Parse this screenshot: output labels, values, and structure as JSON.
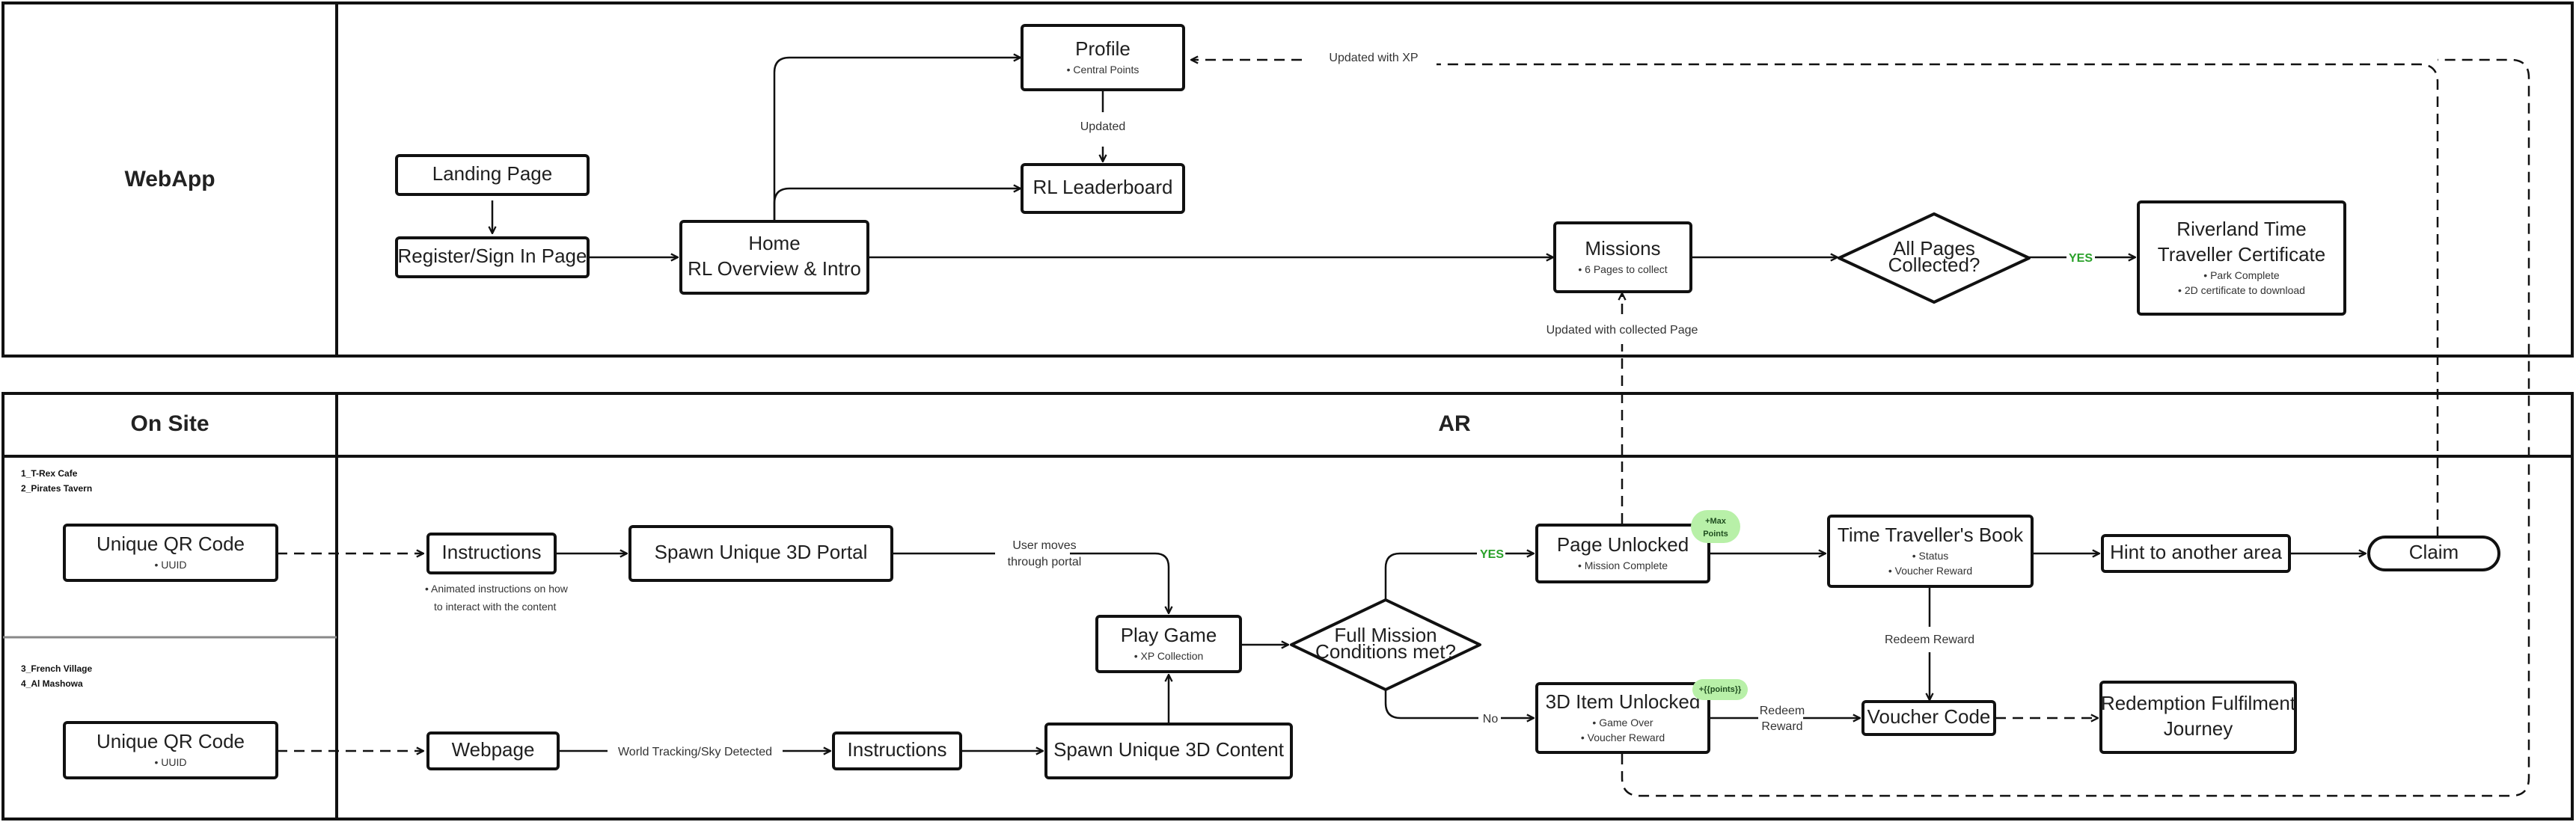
{
  "lanes": {
    "webapp": "WebApp",
    "onsite": "On Site",
    "ar": "AR"
  },
  "sites": {
    "group1": [
      "1_T-Rex Cafe",
      "2_Pirates Tavern"
    ],
    "group2": [
      "3_French Village",
      "4_Al Mashowa"
    ]
  },
  "nodes": {
    "landing": {
      "title": [
        "Landing Page"
      ],
      "bullets": []
    },
    "register": {
      "title": [
        "Register/Sign In Page"
      ],
      "bullets": []
    },
    "home": {
      "title": [
        "Home",
        "RL Overview & Intro"
      ],
      "bullets": []
    },
    "profile": {
      "title": [
        "Profile"
      ],
      "bullets": [
        "Central Points"
      ]
    },
    "leaderboard": {
      "title": [
        "RL Leaderboard"
      ],
      "bullets": []
    },
    "missions": {
      "title": [
        "Missions"
      ],
      "bullets": [
        "6 Pages to collect"
      ]
    },
    "pages_collected": {
      "title": [
        "All Pages",
        "Collected?"
      ],
      "bullets": []
    },
    "certificate": {
      "title": [
        "Riverland Time",
        "Traveller Certificate"
      ],
      "bullets": [
        "Park Complete",
        "2D certificate to download"
      ]
    },
    "qr1": {
      "title": [
        "Unique QR Code"
      ],
      "bullets": [
        "UUID"
      ]
    },
    "instructions1": {
      "title": [
        "Instructions"
      ],
      "bullets": []
    },
    "portal": {
      "title": [
        "Spawn Unique 3D Portal"
      ],
      "bullets": []
    },
    "play": {
      "title": [
        "Play Game"
      ],
      "bullets": [
        "XP Collection"
      ]
    },
    "conditions": {
      "title": [
        "Full Mission",
        "Conditions met?"
      ],
      "bullets": []
    },
    "page_unlocked": {
      "title": [
        "Page Unlocked"
      ],
      "bullets": [
        "Mission Complete"
      ]
    },
    "book": {
      "title": [
        "Time Traveller's Book"
      ],
      "bullets": [
        "Status",
        "Voucher Reward"
      ]
    },
    "hint": {
      "title": [
        "Hint to another area"
      ],
      "bullets": []
    },
    "claim": {
      "title": [
        "Claim"
      ],
      "bullets": []
    },
    "qr2": {
      "title": [
        "Unique QR Code"
      ],
      "bullets": [
        "UUID"
      ]
    },
    "webpage": {
      "title": [
        "Webpage"
      ],
      "bullets": []
    },
    "instructions2": {
      "title": [
        "Instructions"
      ],
      "bullets": []
    },
    "spawn_content": {
      "title": [
        "Spawn Unique 3D Content"
      ],
      "bullets": []
    },
    "item_unlocked": {
      "title": [
        "3D Item Unlocked"
      ],
      "bullets": [
        "Game Over",
        "Voucher Reward"
      ]
    },
    "voucher": {
      "title": [
        "Voucher Code"
      ],
      "bullets": []
    },
    "redemption": {
      "title": [
        "Redemption Fulfilment",
        "Journey"
      ],
      "bullets": []
    }
  },
  "notes": {
    "animated": [
      "Animated instructions on how",
      "to interact with the content"
    ]
  },
  "badges": {
    "max_points": [
      "+Max",
      "Points"
    ],
    "points": [
      "+{{points}}"
    ]
  },
  "edge_labels": {
    "updated": "Updated",
    "updated_xp": "Updated with XP",
    "updated_page": "Updated with collected Page",
    "yes_cert": "YES",
    "user_moves": [
      "User moves",
      "through portal"
    ],
    "yes_page": "YES",
    "no_item": "No",
    "redeem_reward": "Redeem Reward",
    "redeem_reward2": [
      "Redeem",
      "Reward"
    ],
    "world_tracking": "World Tracking/Sky Detected"
  },
  "colors": {
    "stroke": "#111111",
    "badge_green": "#b8f0a8",
    "yes_green": "#2aa12a"
  }
}
